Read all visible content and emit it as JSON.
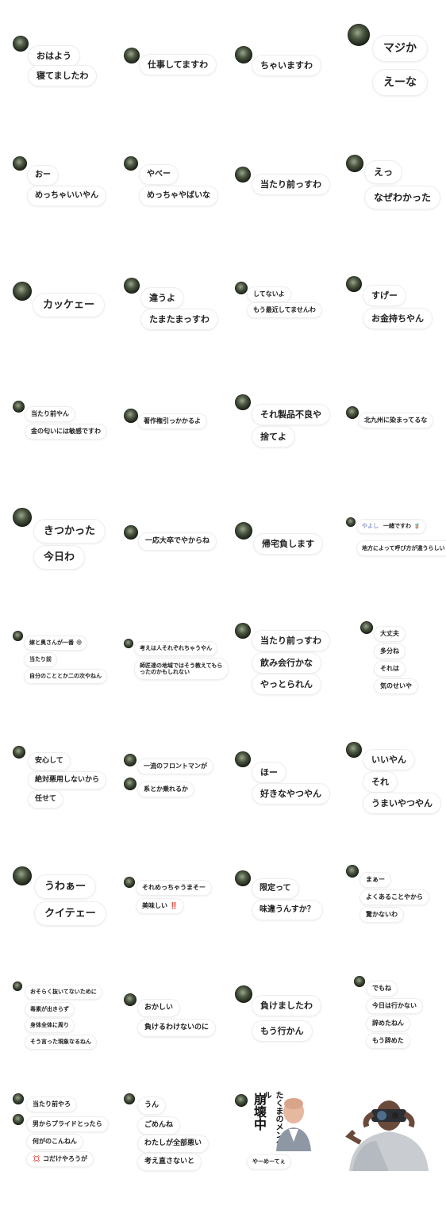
{
  "stickers": [
    {
      "id": 1,
      "bubbles": [
        "おはよう",
        "寝てましたわ"
      ]
    },
    {
      "id": 2,
      "bubbles": [
        "仕事してますわ"
      ]
    },
    {
      "id": 3,
      "bubbles": [
        "ちゃいますわ"
      ]
    },
    {
      "id": 4,
      "bubbles": [
        "マジか",
        "えーな"
      ]
    },
    {
      "id": 5,
      "bubbles": [
        "おー",
        "めっちゃいいやん"
      ]
    },
    {
      "id": 6,
      "bubbles": [
        "やべー",
        "めっちゃやばいな"
      ]
    },
    {
      "id": 7,
      "bubbles": [
        "当たり前っすわ"
      ]
    },
    {
      "id": 8,
      "bubbles": [
        "えっ",
        "なぜわかった"
      ]
    },
    {
      "id": 9,
      "bubbles": [
        "カッケェー"
      ]
    },
    {
      "id": 10,
      "bubbles": [
        "違うよ",
        "たまたまっすわ"
      ]
    },
    {
      "id": 11,
      "bubbles": [
        "してないよ",
        "もう最近してませんわ"
      ]
    },
    {
      "id": 12,
      "bubbles": [
        "すげー",
        "お金持ちやん"
      ]
    },
    {
      "id": 13,
      "bubbles": [
        "当たり前やん",
        "金の匂いには敏感ですわ"
      ]
    },
    {
      "id": 14,
      "bubbles": [
        "著作権引っかかるよ"
      ]
    },
    {
      "id": 15,
      "bubbles": [
        "それ製品不良や",
        "捨てよ"
      ]
    },
    {
      "id": 16,
      "bubbles": [
        "北九州に染まってるな"
      ]
    },
    {
      "id": 17,
      "bubbles": [
        "きつかった",
        "今日わ"
      ]
    },
    {
      "id": 18,
      "bubbles": [
        "一応大卒でやからね"
      ]
    },
    {
      "id": 19,
      "bubbles": [
        "帰宅負します"
      ]
    },
    {
      "id": 20,
      "name": "やよし",
      "bubbles": [
        "一緒ですわ",
        "地方によって呼び方が違うらしい"
      ],
      "emoji": "🧋"
    },
    {
      "id": 21,
      "bubbles": [
        "嫁と奥さんが一番",
        "当たり前",
        "自分のこととか二の次やねん"
      ],
      "emoji": "😄"
    },
    {
      "id": 22,
      "bubbles": [
        "考えは人それぞれちゃうやん",
        "師匠達の地域ではそう教えてもらったのかもしれない"
      ]
    },
    {
      "id": 23,
      "bubbles": [
        "当たり前っすわ",
        "飲み会行かな",
        "やっとられん"
      ]
    },
    {
      "id": 24,
      "bubbles": [
        "大丈夫",
        "多分ね",
        "それは",
        "気のせいや"
      ]
    },
    {
      "id": 25,
      "bubbles": [
        "安心して",
        "絶対悪用しないから",
        "任せて"
      ]
    },
    {
      "id": 26,
      "bubbles": [
        "一流のフロントマンが",
        "系とか乗れるか"
      ]
    },
    {
      "id": 27,
      "bubbles": [
        "ほー",
        "好きなやつやん"
      ]
    },
    {
      "id": 28,
      "bubbles": [
        "いいやん",
        "それ",
        "うまいやつやん"
      ]
    },
    {
      "id": 29,
      "bubbles": [
        "うわぁー",
        "クイテェー"
      ]
    },
    {
      "id": 30,
      "bubbles": [
        "それめっちゃうまそー",
        "美味しい"
      ],
      "emoji": "‼️"
    },
    {
      "id": 31,
      "bubbles": [
        "限定って",
        "味違うんすか？"
      ]
    },
    {
      "id": 32,
      "bubbles": [
        "まぁー",
        "よくあることやから",
        "驚かないわ"
      ]
    },
    {
      "id": 33,
      "bubbles": [
        "おそらく抜いてないために",
        "毒素が出きらず",
        "身体全体に周り",
        "そう言った現象なるねん"
      ]
    },
    {
      "id": 34,
      "bubbles": [
        "おかしい",
        "負けるわけないのに"
      ]
    },
    {
      "id": 35,
      "bubbles": [
        "負けましたわ",
        "もう行かん"
      ]
    },
    {
      "id": 36,
      "bubbles": [
        "でもね",
        "今日は行かない",
        "辞めたねん",
        "もう辞めた"
      ]
    },
    {
      "id": 37,
      "bubbles": [
        "当たり前やろ",
        "男からプライドとったら",
        "何がのこんねん",
        "コだけやろうが"
      ],
      "emoji": "💢"
    },
    {
      "id": 38,
      "bubbles": [
        "うん",
        "ごめんね",
        "わたしが全部悪い",
        "考え直さないと"
      ]
    },
    {
      "id": 39,
      "poster": {
        "subtitle": "たくまのメンタル",
        "title": "崩壊中"
      },
      "bubbles": [
        "やーめーてぇ"
      ]
    },
    {
      "id": 40,
      "bubbles": []
    }
  ]
}
